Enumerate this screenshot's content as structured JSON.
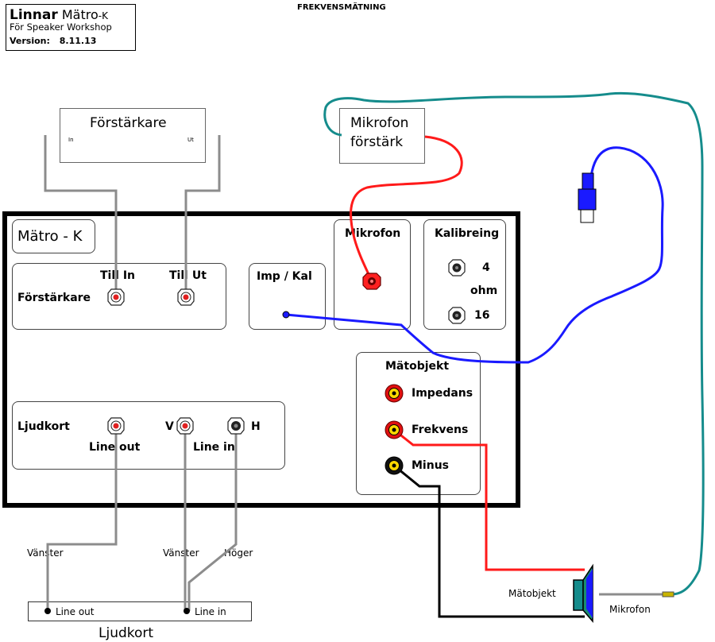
{
  "header": {
    "brand": "Linnar",
    "product": "Mätro",
    "product_suffix": "-K",
    "subtitle": "För Speaker Workshop",
    "version_label": "Version:",
    "version_value": "8.11.13",
    "page_title": "FREKVENSMÄTNING"
  },
  "amplifier": {
    "title": "Förstärkare",
    "in": "In",
    "out": "Ut"
  },
  "mic_amp": {
    "line1": "Mikrofon",
    "line2": "förstärk"
  },
  "device": {
    "name": "Mätro - K",
    "amp_section": {
      "label": "Förstärkare",
      "till_in": "Till In",
      "till_ut": "Till Ut"
    },
    "imp_kal": "Imp / Kal",
    "mikrofon": "Mikrofon",
    "kalib": {
      "title": "Kalibreing",
      "opt1": "4",
      "ohm": "ohm",
      "opt2": "16"
    },
    "matobjekt": {
      "title": "Mätobjekt",
      "impedans": "Impedans",
      "frekvens": "Frekvens",
      "minus": "Minus"
    },
    "ljudkort": {
      "label": "Ljudkort",
      "line_out": "Line out",
      "v": "V",
      "h": "H",
      "line_in": "Line in"
    }
  },
  "cables": {
    "vanster_1": "Vänster",
    "vanster_2": "Vänster",
    "hoger": "Höger"
  },
  "soundcard": {
    "line_out": "Line out",
    "line_in": "Line in",
    "title": "Ljudkort"
  },
  "speaker_label": "Mätobjekt",
  "mic_label": "Mikrofon",
  "colors": {
    "red": "#ff1a1a",
    "blue": "#1a1aff",
    "teal": "#158c8c",
    "gray": "#8c8c8c",
    "black": "#000000",
    "yellow": "#ffd800",
    "speaker_green": "#1a8c6e"
  }
}
